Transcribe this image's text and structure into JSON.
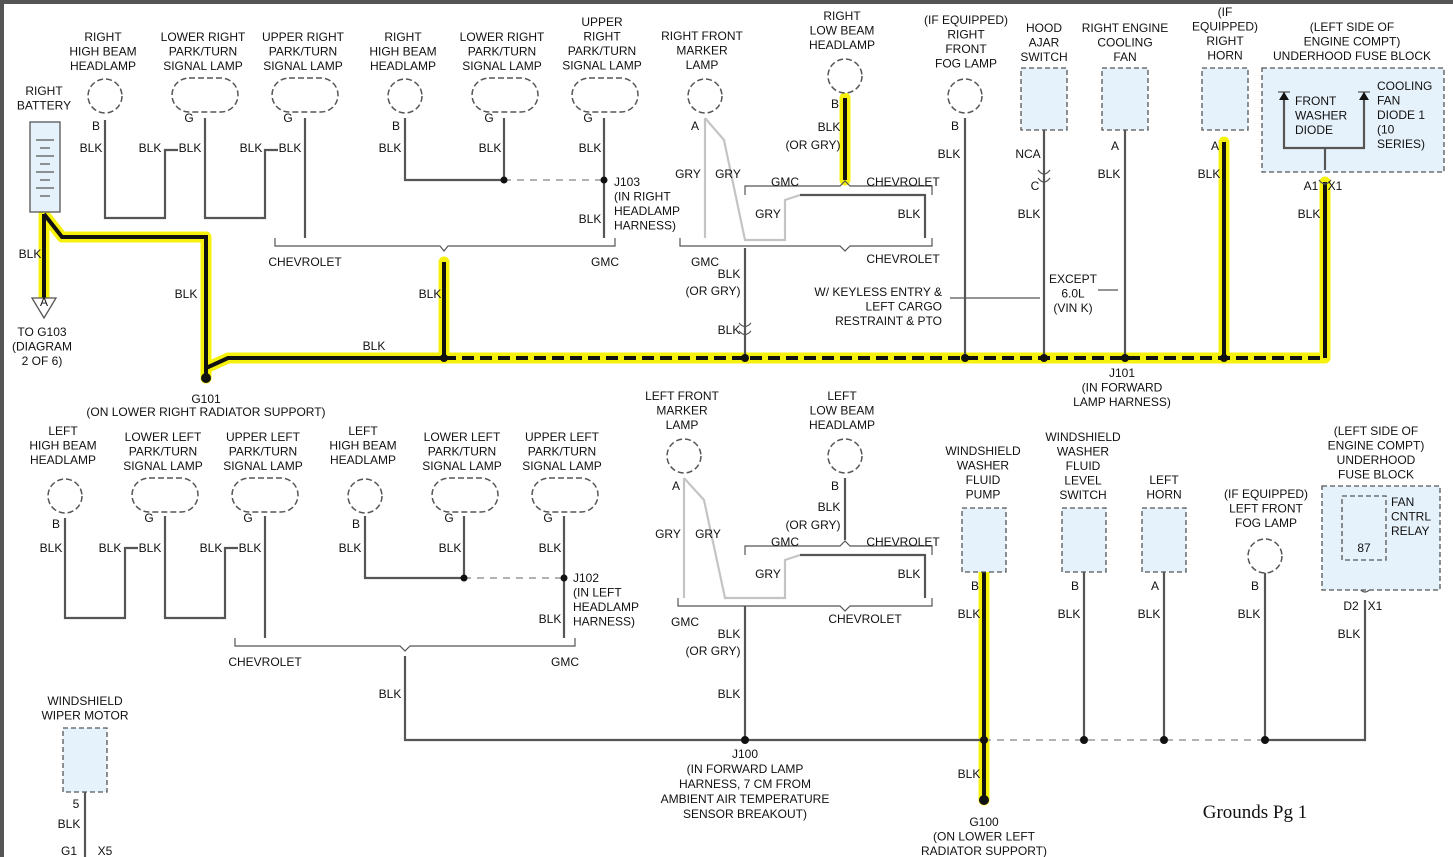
{
  "footer": "Grounds Pg 1",
  "labels": {
    "right_battery": [
      "RIGHT",
      "BATTERY"
    ],
    "to_g103": [
      "TO G103",
      "(DIAGRAM",
      "2 OF 6)"
    ],
    "g101": [
      "G101",
      "(ON LOWER RIGHT RADIATOR SUPPORT)"
    ],
    "right_high_beam_1": [
      "RIGHT",
      "HIGH BEAM",
      "HEADLAMP"
    ],
    "lower_right_park_1": [
      "LOWER RIGHT",
      "PARK/TURN",
      "SIGNAL LAMP"
    ],
    "upper_right_park_1": [
      "UPPER RIGHT",
      "PARK/TURN",
      "SIGNAL LAMP"
    ],
    "right_high_beam_2": [
      "RIGHT",
      "HIGH BEAM",
      "HEADLAMP"
    ],
    "lower_right_park_2": [
      "LOWER RIGHT",
      "PARK/TURN",
      "SIGNAL LAMP"
    ],
    "upper_right_park_2": [
      "UPPER",
      "RIGHT",
      "PARK/TURN",
      "SIGNAL LAMP"
    ],
    "j103": [
      "J103",
      "(IN RIGHT",
      "HEADLAMP",
      "HARNESS)"
    ],
    "right_front_marker": [
      "RIGHT FRONT",
      "MARKER",
      "LAMP"
    ],
    "right_low_beam": [
      "RIGHT",
      "LOW BEAM",
      "HEADLAMP"
    ],
    "right_fog": [
      "(IF EQUIPPED)",
      "RIGHT",
      "FRONT",
      "FOG LAMP"
    ],
    "hood_ajar": [
      "HOOD",
      "AJAR",
      "SWITCH"
    ],
    "right_engine_fan": [
      "RIGHT ENGINE",
      "COOLING",
      "FAN"
    ],
    "right_horn": [
      "(IF",
      "EQUIPPED)",
      "RIGHT",
      "HORN"
    ],
    "underhood_right": [
      "(LEFT SIDE OF",
      "ENGINE COMPT)",
      "UNDERHOOD FUSE BLOCK"
    ],
    "front_washer_diode": [
      "FRONT",
      "WASHER",
      "DIODE"
    ],
    "cooling_fan_diode": [
      "COOLING",
      "FAN",
      "DIODE 1",
      "(10",
      "SERIES)"
    ],
    "keyless": [
      "W/ KEYLESS ENTRY &",
      "LEFT CARGO",
      "RESTRAINT & PTO"
    ],
    "except_60": [
      "EXCEPT",
      "6.0L",
      "(VIN K)"
    ],
    "j101": [
      "J101",
      "(IN FORWARD",
      "LAMP HARNESS)"
    ],
    "left_high_beam_1": [
      "LEFT",
      "HIGH BEAM",
      "HEADLAMP"
    ],
    "lower_left_park_1": [
      "LOWER LEFT",
      "PARK/TURN",
      "SIGNAL LAMP"
    ],
    "upper_left_park_1": [
      "UPPER LEFT",
      "PARK/TURN",
      "SIGNAL LAMP"
    ],
    "left_high_beam_2": [
      "LEFT",
      "HIGH BEAM",
      "HEADLAMP"
    ],
    "lower_left_park_2": [
      "LOWER LEFT",
      "PARK/TURN",
      "SIGNAL LAMP"
    ],
    "upper_left_park_2": [
      "UPPER LEFT",
      "PARK/TURN",
      "SIGNAL LAMP"
    ],
    "j102": [
      "J102",
      "(IN LEFT",
      "HEADLAMP",
      "HARNESS)"
    ],
    "left_front_marker": [
      "LEFT FRONT",
      "MARKER",
      "LAMP"
    ],
    "left_low_beam": [
      "LEFT",
      "LOW BEAM",
      "HEADLAMP"
    ],
    "washer_pump": [
      "WINDSHIELD",
      "WASHER",
      "FLUID",
      "PUMP"
    ],
    "washer_level": [
      "WINDSHIELD",
      "WASHER",
      "FLUID",
      "LEVEL",
      "SWITCH"
    ],
    "left_horn": [
      "LEFT",
      "HORN"
    ],
    "left_fog": [
      "(IF EQUIPPED)",
      "LEFT FRONT",
      "FOG LAMP"
    ],
    "underhood_left": [
      "(LEFT SIDE OF",
      "ENGINE COMPT)",
      "UNDERHOOD",
      "FUSE BLOCK"
    ],
    "fan_relay": [
      "FAN",
      "CNTRL",
      "RELAY"
    ],
    "wiper_motor": [
      "WINDSHIELD",
      "WIPER MOTOR"
    ],
    "j100": [
      "J100",
      "(IN FORWARD LAMP",
      "HARNESS, 7 CM FROM",
      "AMBIENT AIR TEMPERATURE",
      "SENSOR BREAKOUT)"
    ],
    "g100": [
      "G100",
      "(ON LOWER LEFT",
      "RADIATOR SUPPORT)"
    ]
  },
  "wire": {
    "blk": "BLK",
    "gry": "GRY",
    "blk_or_gry": "(OR GRY)",
    "chevrolet": "CHEVROLET",
    "gmc": "GMC",
    "nca": "NCA"
  },
  "pins": {
    "a": "A",
    "b": "B",
    "c": "C",
    "g": "G",
    "p5": "5",
    "g1": "G1",
    "x5": "X5",
    "a1": "A1",
    "x1": "X1",
    "d2": "D2",
    "p87": "87"
  },
  "colors": {
    "wire": "#555555",
    "gray_wire": "#c4c4c4",
    "highlight": "#f4f000",
    "component_fill": "#e6f2fb"
  }
}
